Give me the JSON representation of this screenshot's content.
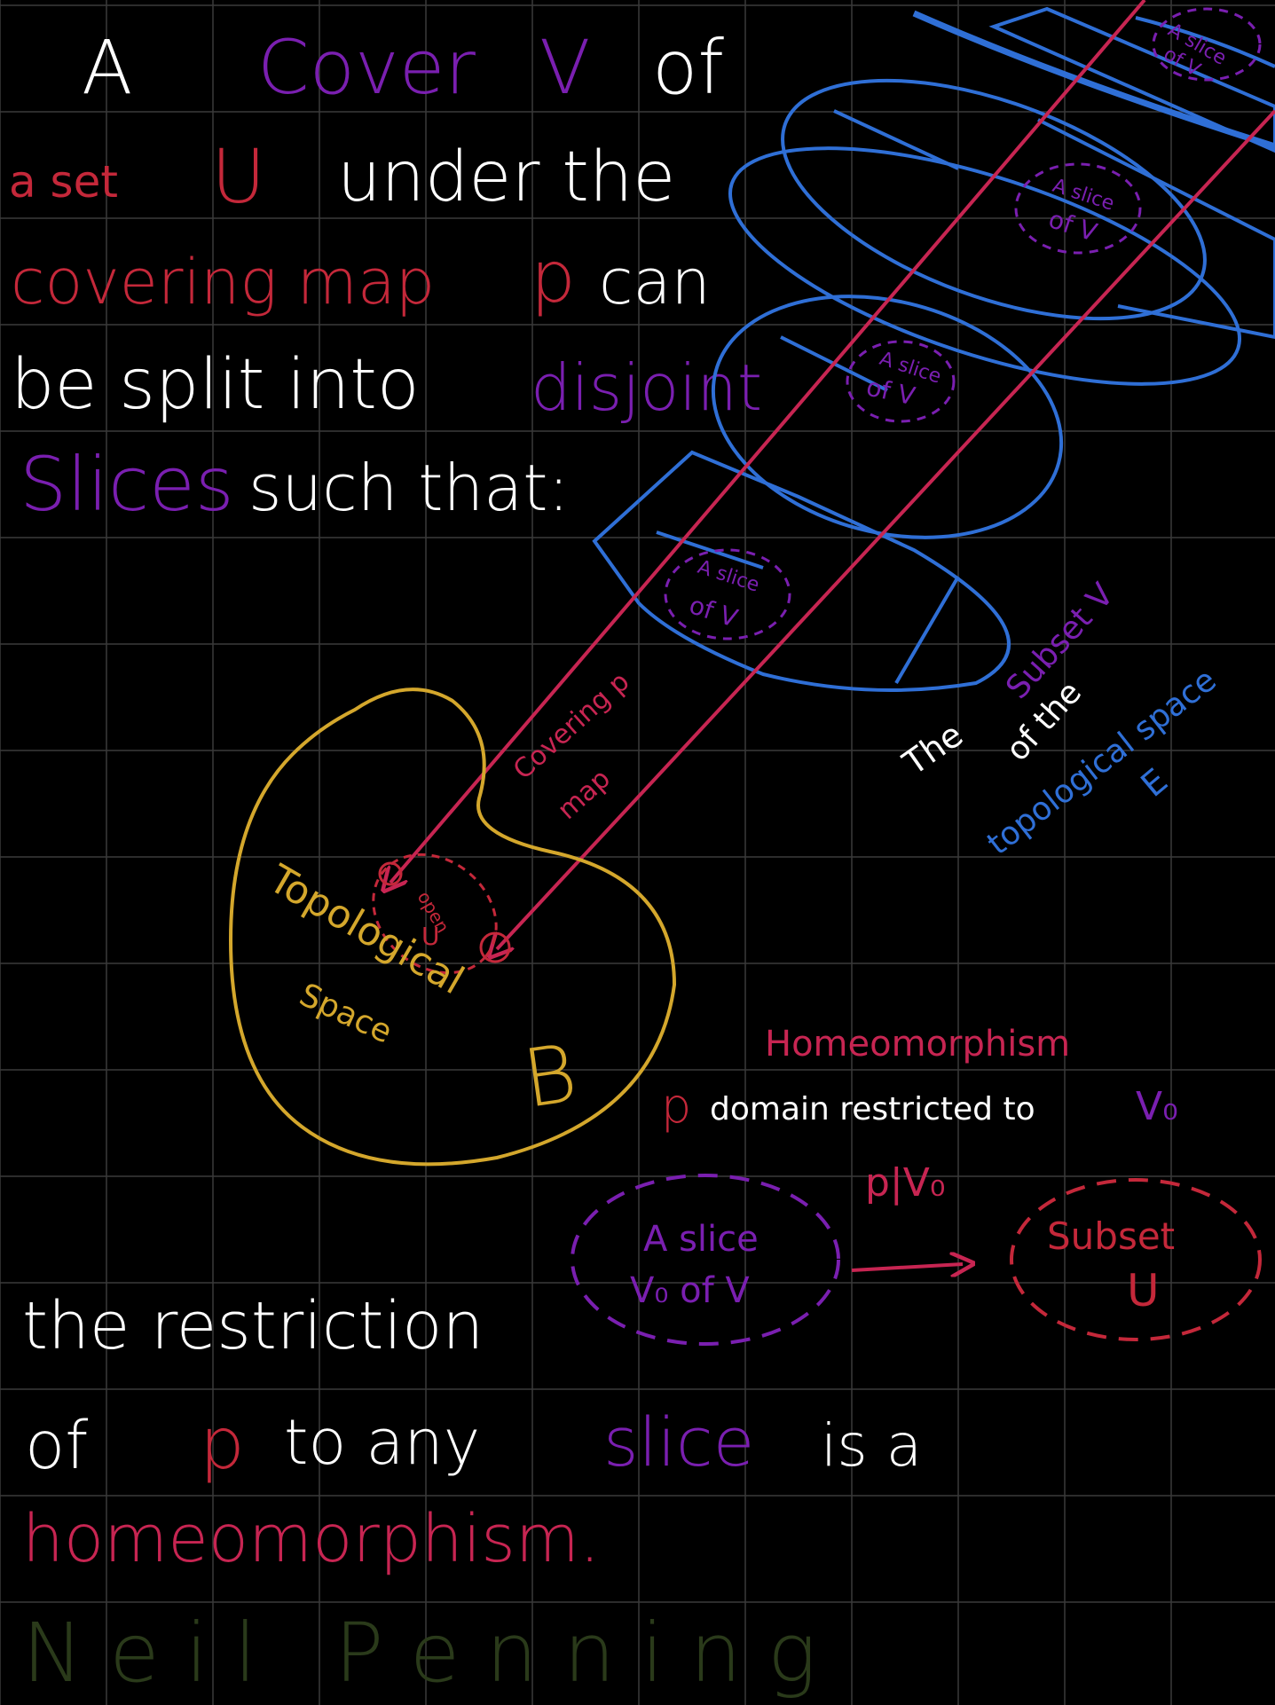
{
  "colors": {
    "background": "#000000",
    "grid": "#3a3a3a",
    "white": "#ffffff",
    "purple": "#7a1fb0",
    "red": "#c4283a",
    "crimson": "#c72552",
    "blue": "#2f6fd6",
    "gold": "#d4a72c",
    "signature": "#2a3a1a"
  },
  "heading": {
    "line1_a": "A",
    "line1_cover": "Cover",
    "line1_v": "V",
    "line1_of": "of",
    "line2_aset": "a set",
    "line2_u": "U",
    "line2_rest": "under the",
    "line3_covering_map": "covering map",
    "line3_p": "p",
    "line3_can": "can",
    "line4_be_split": "be split into",
    "line4_disjoint": "disjoint",
    "line5_slices": "Slices",
    "line5_such_that": "such that:"
  },
  "space_e": {
    "slice_label_1a": "A slice",
    "slice_label_1b": "of V",
    "slice_label_2a": "A slice",
    "slice_label_2b": "of V",
    "slice_label_3a": "A slice",
    "slice_label_3b": "of V",
    "slice_label_4a": "A slice",
    "slice_label_4b": "of V",
    "caption_the": "The",
    "caption_subset_v": "Subset V",
    "caption_of_the": "of the",
    "caption_topological_space": "topological space",
    "caption_e": "E"
  },
  "space_b": {
    "covering_map_label_a": "Covering p",
    "covering_map_label_b": "map",
    "open_label_a": "open",
    "open_label_b": "U",
    "label_a": "Topological",
    "label_b": "Space",
    "label_b_letter": "B"
  },
  "homeomorphism": {
    "title": "Homeomorphism",
    "p": "p",
    "domain_text": "domain restricted to",
    "v0": "V₀",
    "p_restrict": "p|V₀",
    "slice_a": "A slice",
    "slice_b": "V₀ of V",
    "subset_a": "Subset",
    "subset_b": "U"
  },
  "conclusion": {
    "line1": "the restriction",
    "line2_of": "of",
    "line2_p": "p",
    "line2_to_any": "to any",
    "line2_slice": "slice",
    "line2_is_a": "is   a",
    "line3": "homeomorphism."
  },
  "signature": "N e i l   P e n n i n g"
}
